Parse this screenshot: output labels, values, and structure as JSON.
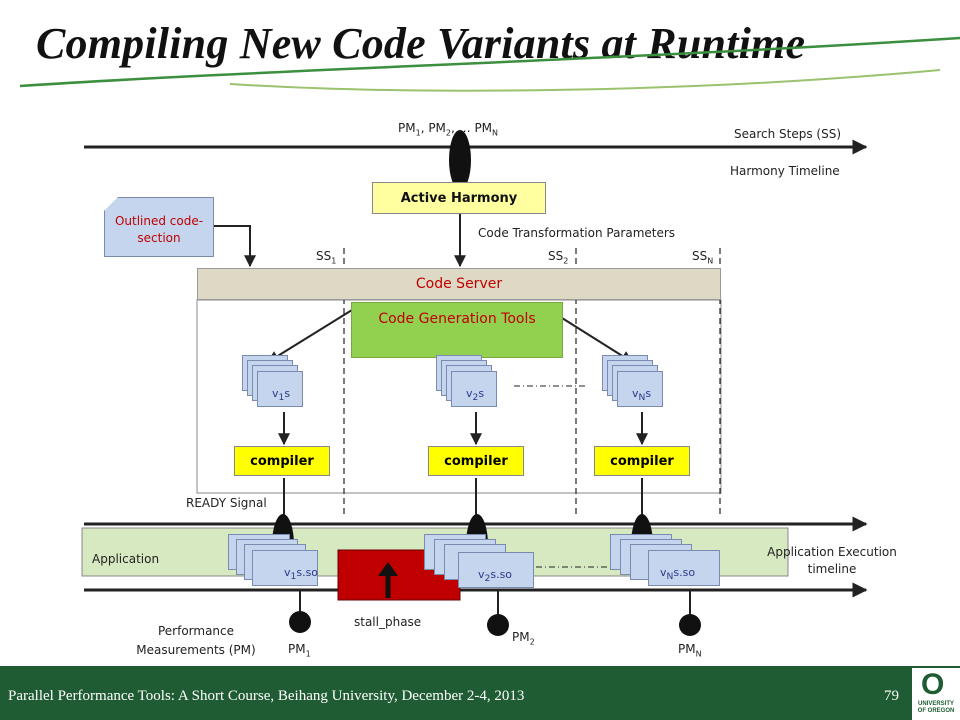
{
  "title": "Compiling New Code Variants at Runtime",
  "top": {
    "pm_label_main": "PM",
    "pm_1": "1",
    "pm_sep": ", PM",
    "pm_2": "2",
    "pm_dots": ", … PM",
    "pm_n": "N",
    "search_steps": "Search Steps (SS)",
    "harmony_timeline": "Harmony Timeline",
    "active_harmony": "Active Harmony",
    "outlined_code": "Outlined code-section",
    "code_transformation": "Code Transformation Parameters",
    "ss_prefix": "SS",
    "ss_1": "1",
    "ss_2": "2",
    "ss_n": "N",
    "code_server": "Code Server",
    "code_gen_tools": "Code Generation Tools"
  },
  "variants": {
    "v_prefix": "v",
    "s_suffix": "s",
    "so_suffix": "s.so",
    "sub_1": "1",
    "sub_2": "2",
    "sub_n": "N",
    "compiler": "compiler"
  },
  "bottom": {
    "ready_signal": "READY Signal",
    "application": "Application",
    "app_exec_timeline": "Application Execution timeline",
    "stall_phase": "stall_phase",
    "perf_measurements": "Performance Measurements (PM)",
    "pm_prefix": "PM",
    "pm_1": "1",
    "pm_2": "2",
    "pm_n": "N"
  },
  "footer": {
    "text": "Parallel Performance Tools: A Short Course, Beihang University, December 2-4, 2013",
    "page": "79",
    "logo_letter": "O",
    "logo_text": "UNIVERSITY OF OREGON"
  },
  "colors": {
    "accent_green": "#1f5c33",
    "active_harmony_fill": "#ffffa0",
    "code_server_fill": "#ddd9c4",
    "code_gen_fill": "#92d050",
    "variant_fill": "#c5d5ee",
    "app_band_fill": "#d7e9c0",
    "stall_fill": "#c00000",
    "compiler_fill": "#ffff00"
  }
}
